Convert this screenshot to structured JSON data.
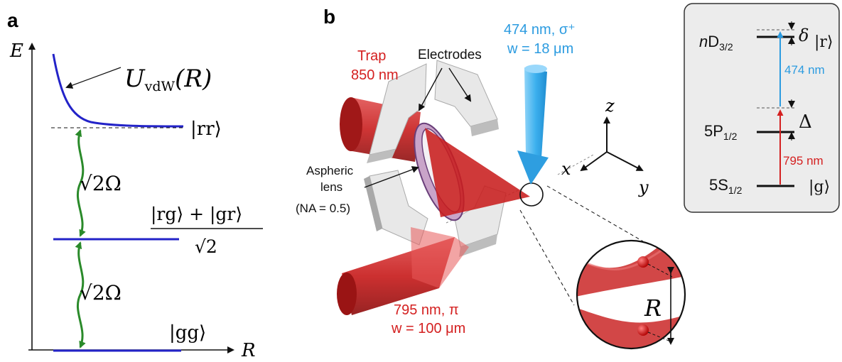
{
  "panel_a": {
    "label": "a",
    "axis_y": "E",
    "axis_x": "R",
    "potential_label": "U",
    "potential_sub": "vdW",
    "potential_arg": "(R)",
    "level_rr": "|rr⟩",
    "coupling_upper": "√2Ω",
    "coupling_lower": "√2Ω",
    "sym_numerator": "|rg⟩ + |gr⟩",
    "sym_denominator": "√2",
    "level_gg": "|gg⟩"
  },
  "panel_b": {
    "label": "b",
    "blue_beam": {
      "line1": "474 nm, σ⁺",
      "line2": "w = 18 μm"
    },
    "trap": {
      "line1": "Trap",
      "line2": "850 nm"
    },
    "electrodes": "Electrodes",
    "lens": {
      "line1": "Aspheric",
      "line2": "lens",
      "line3": "(NA = 0.5)"
    },
    "red_beam": {
      "line1": "795 nm, π",
      "line2": "w = 100 μm"
    },
    "axes": {
      "x": "x",
      "y": "y",
      "z": "z"
    },
    "separation": "R"
  },
  "level_box": {
    "nd_prefix": "n",
    "nd_main": "D",
    "nd_sub": "3/2",
    "delta": "δ",
    "r_state": "|r⟩",
    "blue_wavelength": "474 nm",
    "p_main": "5P",
    "p_sub": "1/2",
    "detuning": "Δ",
    "red_wavelength": "795 nm",
    "s_main": "5S",
    "s_sub": "1/2",
    "g_state": "|g⟩"
  },
  "colors": {
    "level_blue": "#2323c8",
    "coupling_green": "#2a8a2a",
    "beam_red": "#c81e1e",
    "beam_blue": "#3cb0ee",
    "label_red": "#d42020",
    "label_blue": "#2b9be0",
    "box_fill": "#ececec"
  }
}
